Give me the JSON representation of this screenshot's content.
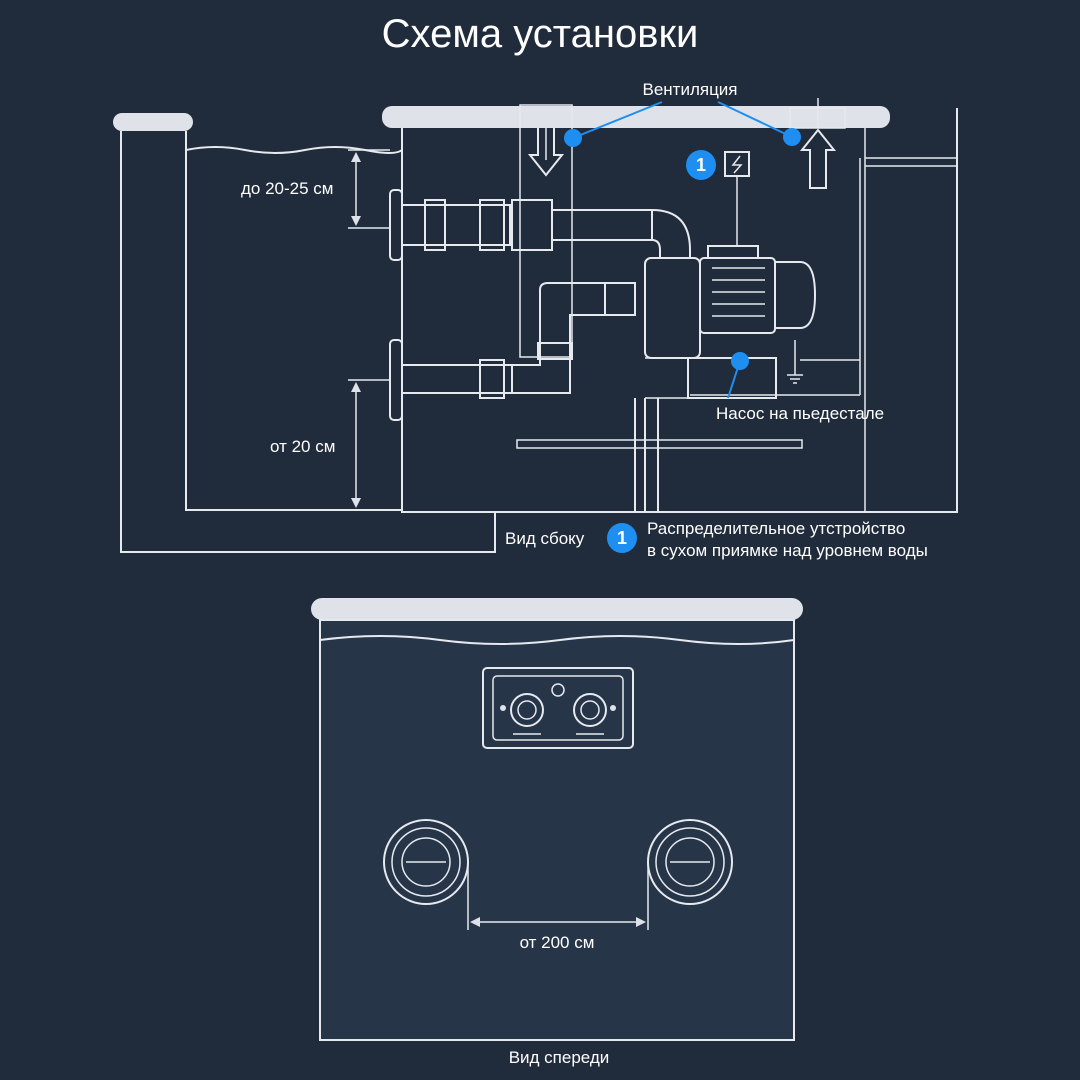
{
  "title": "Схема установки",
  "labels": {
    "ventilation": "Вентиляция",
    "depth_top": "до 20-25 см",
    "depth_bottom": "от 20 см",
    "pump": "Насос на пьедестале",
    "side_view": "Вид сбоку",
    "distributor_line1": "Распределительное утстройство",
    "distributor_line2": "в сухом приямке над уровнем воды",
    "distance": "от 200 см",
    "front_view": "Вид спереди"
  },
  "badges": {
    "distributor": "1",
    "note": "1"
  },
  "colors": {
    "background": "#202b3b",
    "lines": "#e6e9ee",
    "accent": "#1f8ef1",
    "text": "#ffffff"
  }
}
